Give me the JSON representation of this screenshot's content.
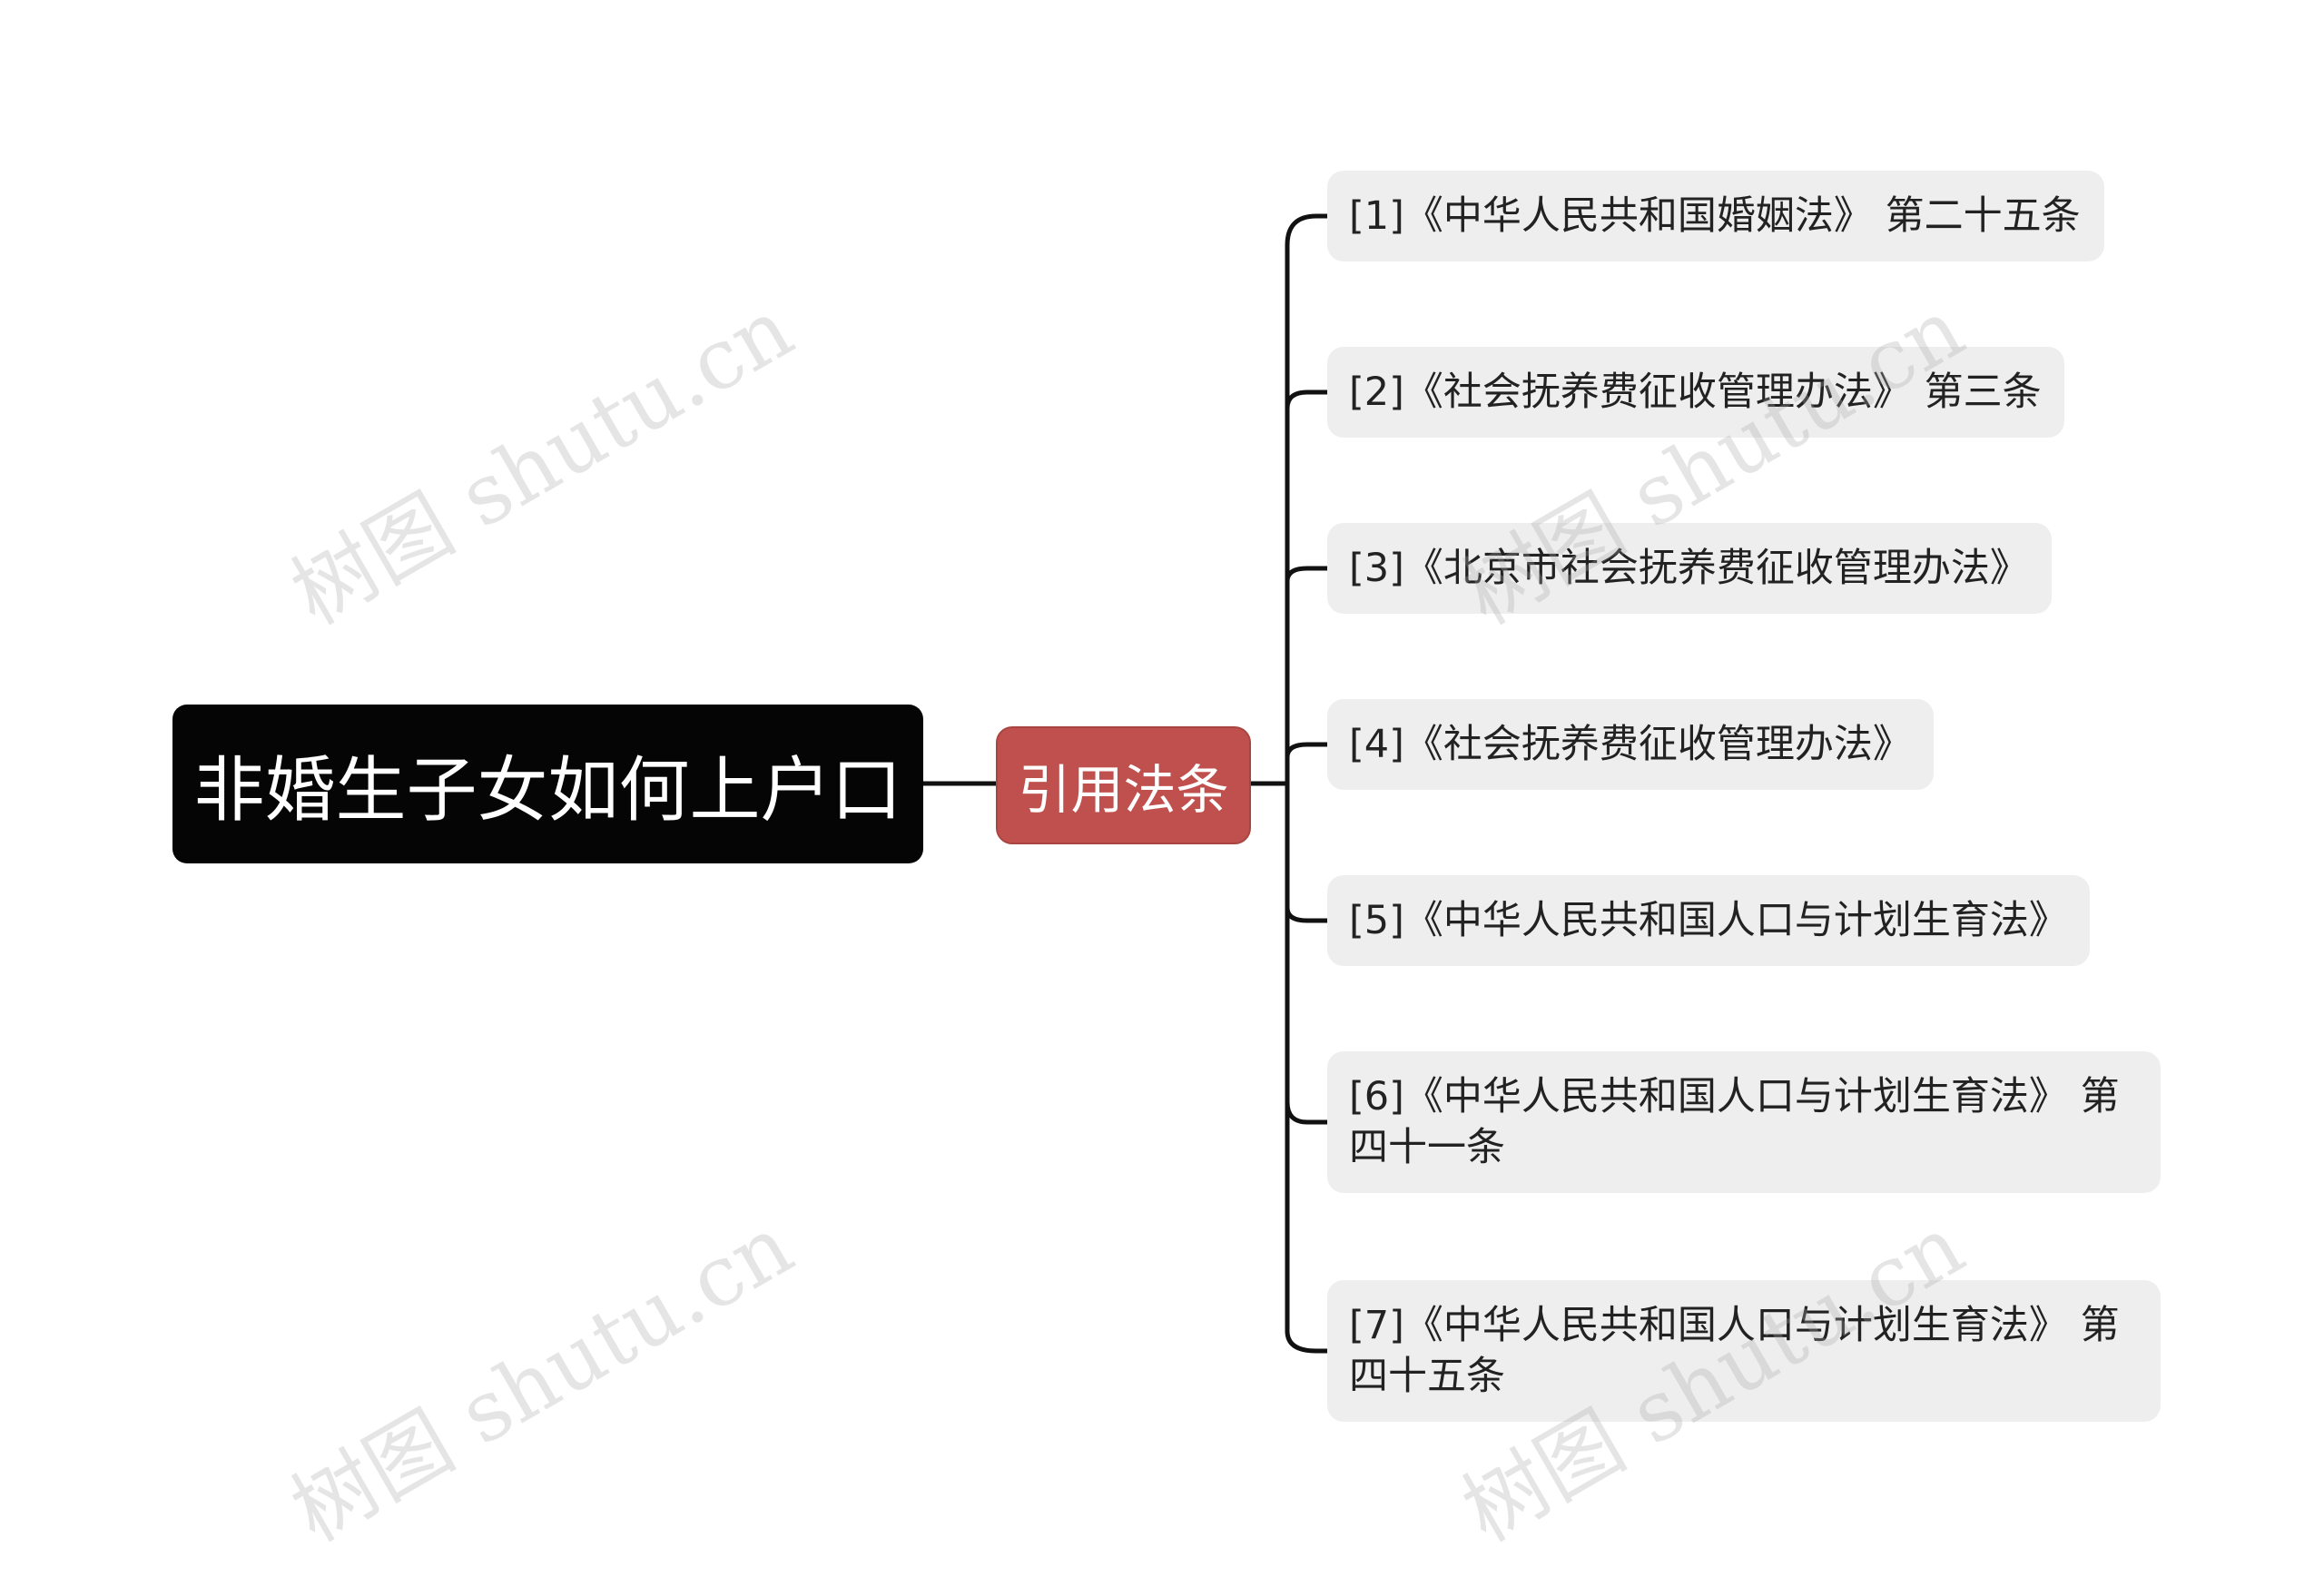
{
  "root": {
    "label": "非婚生子女如何上户口"
  },
  "branch": {
    "label": "引用法条"
  },
  "leaves": [
    {
      "label": "[1]《中华人民共和国婚姻法》 第二十五条"
    },
    {
      "label": "[2]《社会抚养费征收管理办法》 第三条"
    },
    {
      "label": "[3]《北京市社会抚养费征收管理办法》"
    },
    {
      "label": "[4]《社会抚养费征收管理办法》"
    },
    {
      "label": "[5]《中华人民共和国人口与计划生育法》"
    },
    {
      "label": "[6]《中华人民共和国人口与计划生育法》 第四十一条"
    },
    {
      "label": "[7]《中华人民共和国人口与计划生育法》 第四十五条"
    }
  ],
  "watermark": {
    "text": "树图 shutu.cn"
  },
  "colors": {
    "root_fill": "#050505",
    "branch_fill": "#c0504d",
    "leaf_fill": "#eeeeee",
    "connector": "#111111"
  }
}
